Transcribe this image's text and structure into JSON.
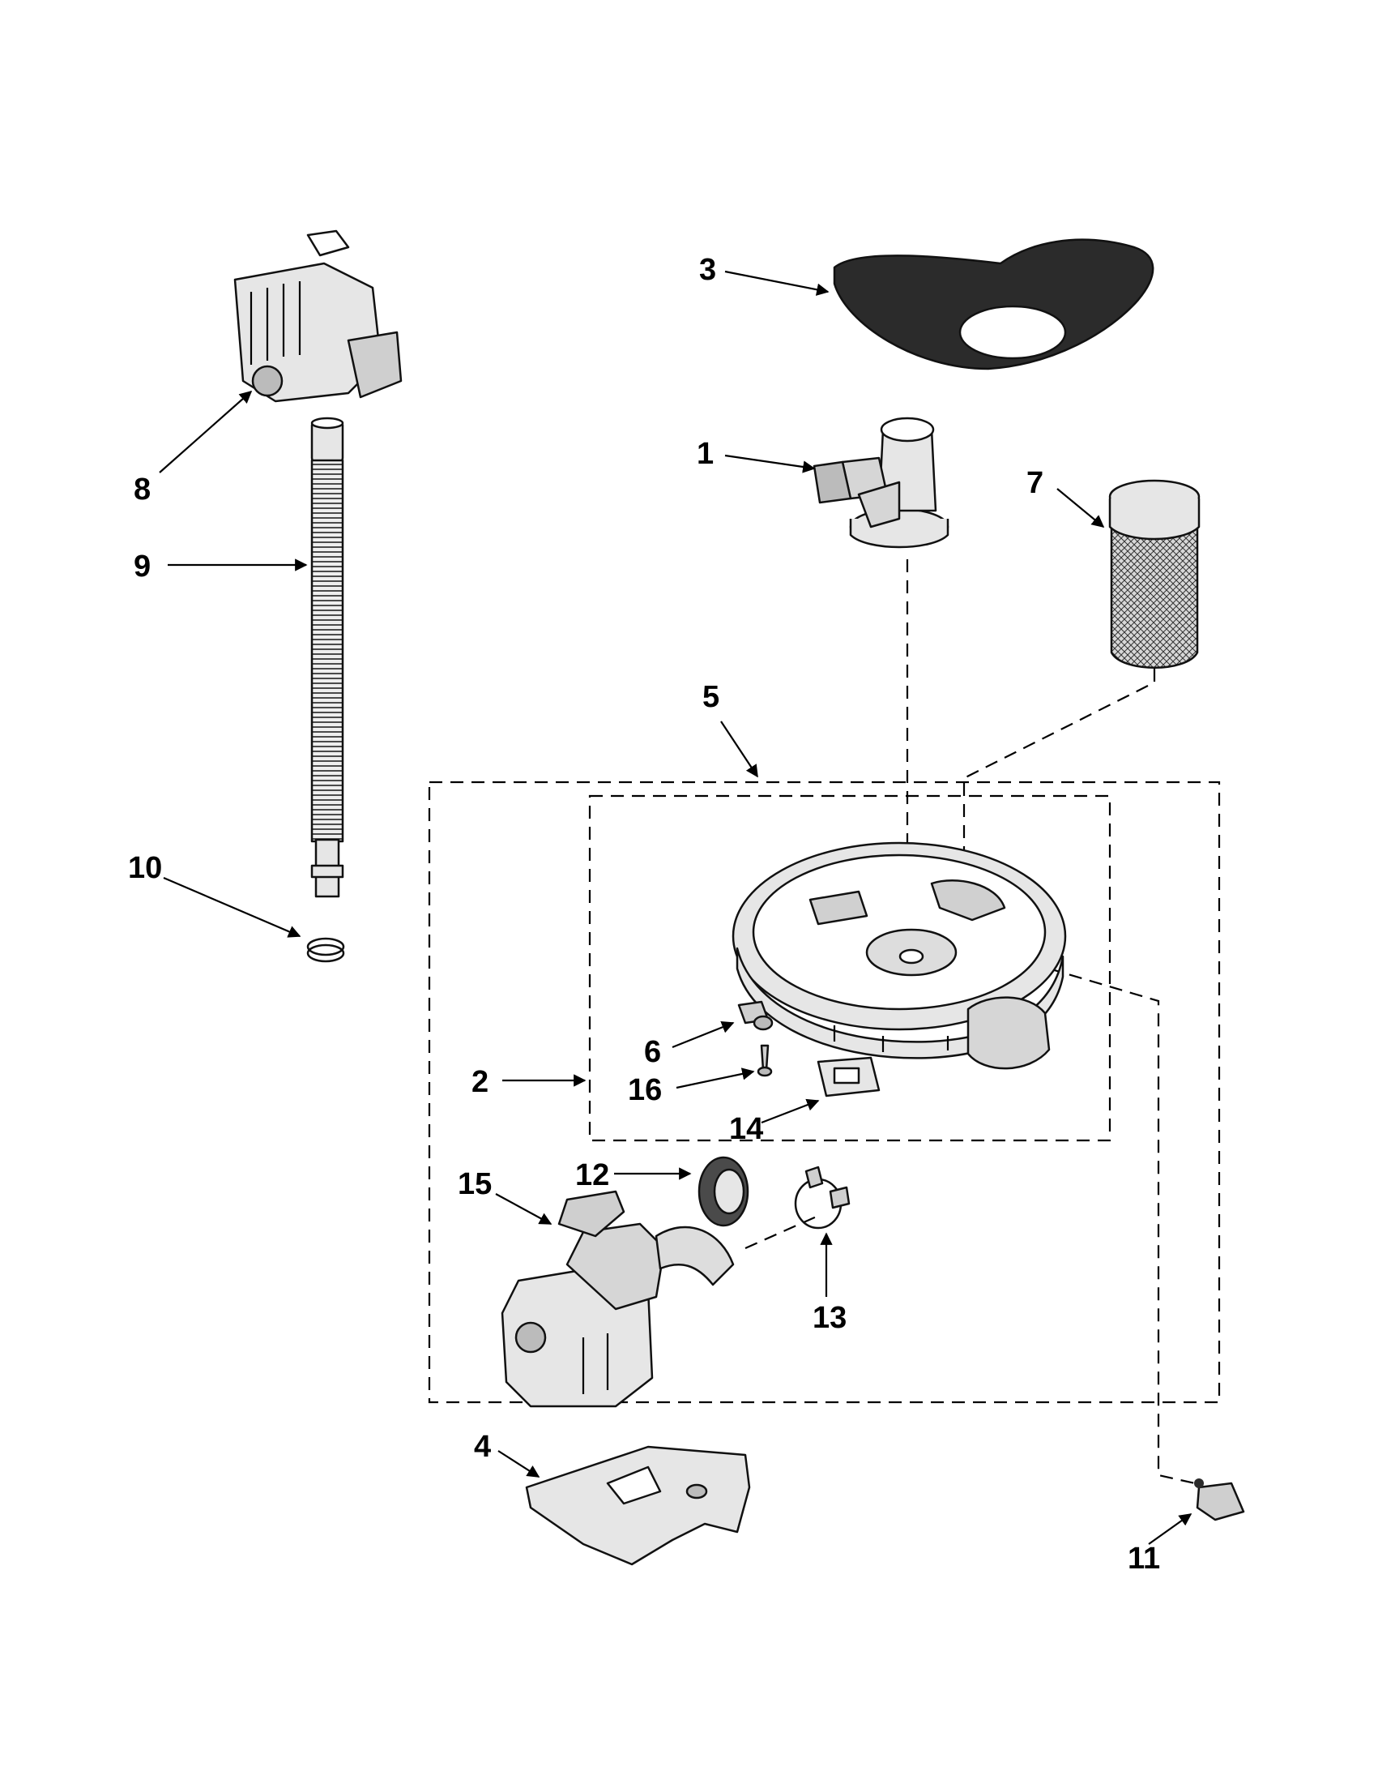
{
  "callouts": {
    "c1": "1",
    "c2": "2",
    "c3": "3",
    "c4": "4",
    "c5": "5",
    "c6": "6",
    "c7": "7",
    "c8": "8",
    "c9": "9",
    "c10": "10",
    "c11": "11",
    "c12": "12",
    "c13": "13",
    "c14": "14",
    "c15": "15",
    "c16": "16"
  },
  "colors": {
    "line": "#000000",
    "part_fill": "#e6e6e6",
    "part_dark": "#2b2b2b",
    "background": "#ffffff"
  }
}
